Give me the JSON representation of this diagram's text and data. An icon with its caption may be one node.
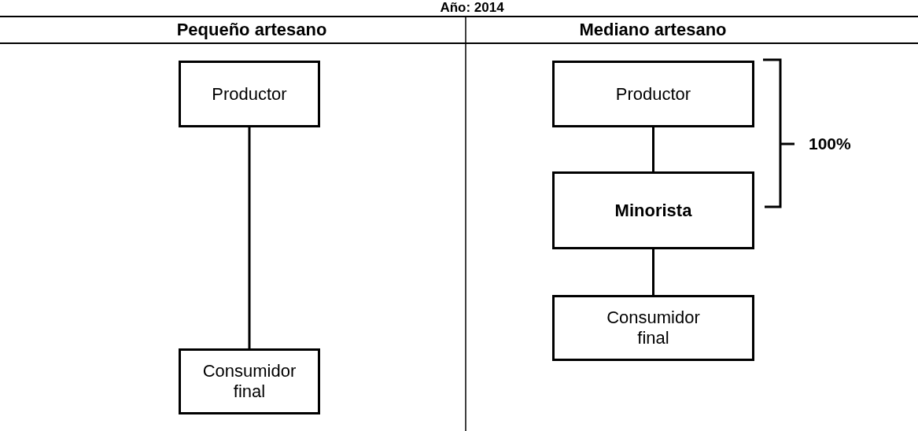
{
  "diagram": {
    "title": "Año: 2014",
    "nodes": [
      {
        "text": [
          "Productor"
        ]
      },
      {
        "text": [
          "Consumidor final"
        ]
      },
      {
        "text": [
          "Productor"
        ]
      },
      {
        "text": [
          "Minorista"
        ]
      },
      {
        "text": [
          "Consumidor final"
        ]
      }
    ],
    "edges": [
      {
        "from": 0,
        "to": 1,
        "arrow": "none"
      },
      {
        "from": 2,
        "to": 3,
        "arrow": "none"
      },
      {
        "from": 3,
        "to": 4,
        "arrow": "none"
      }
    ],
    "labels": [
      "Pequeño artesano",
      "Mediano artesano",
      "100%"
    ]
  }
}
